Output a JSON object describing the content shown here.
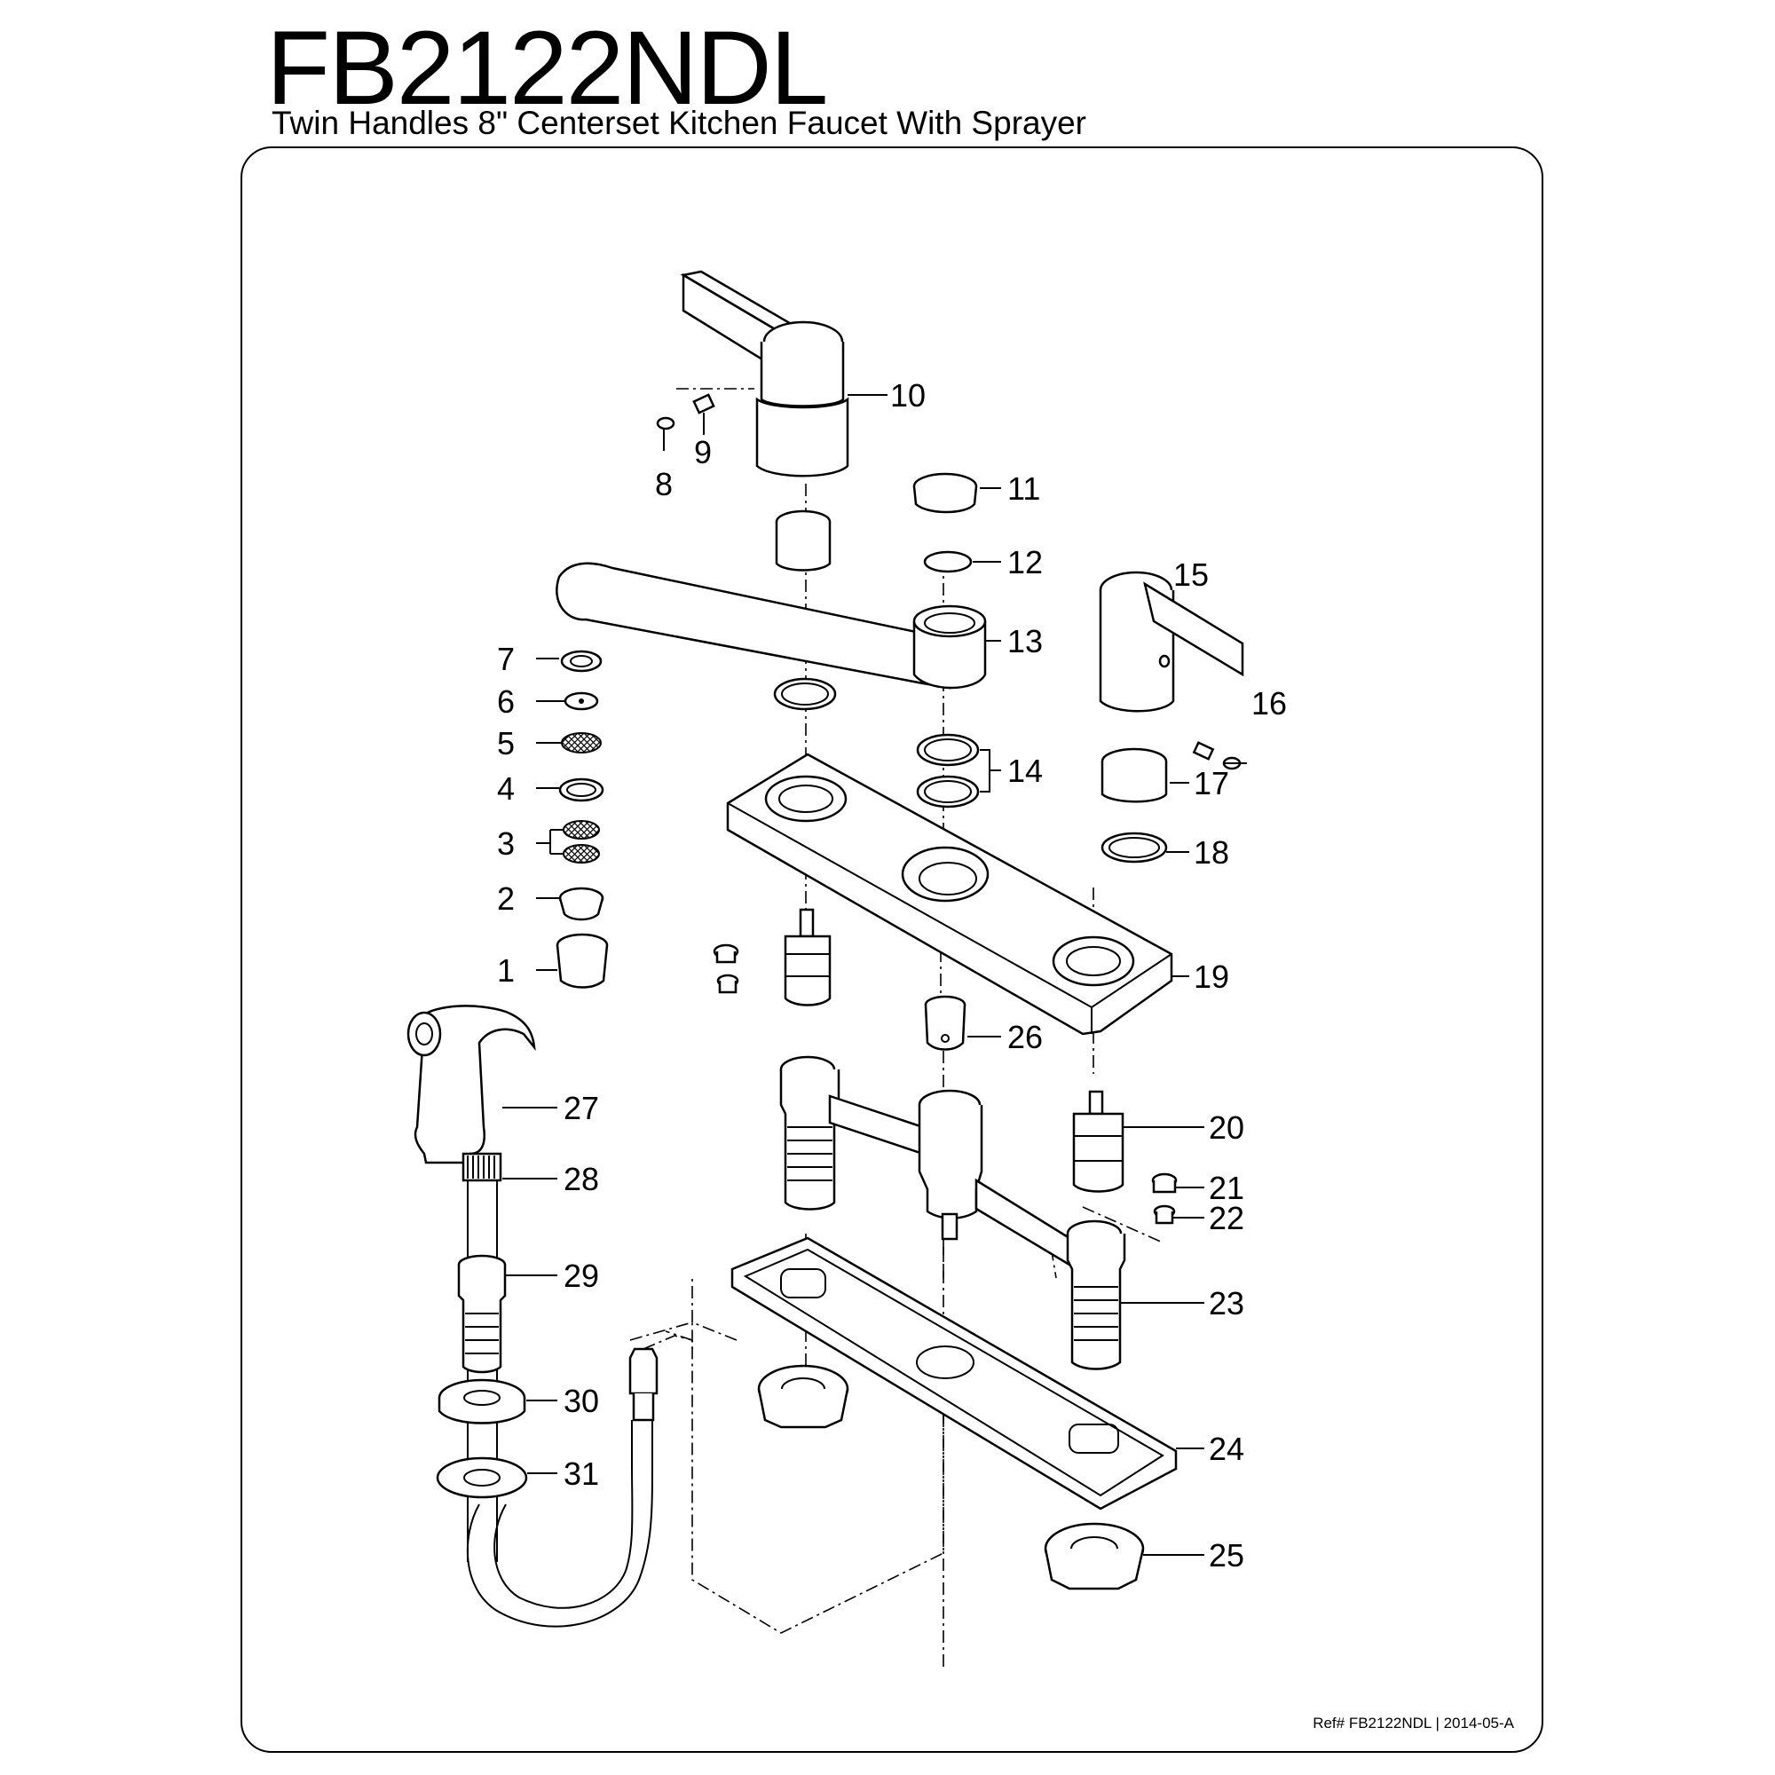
{
  "header": {
    "model_number": "FB2122NDL",
    "subtitle": "Twin Handles 8\" Centerset Kitchen Faucet With Sprayer"
  },
  "parts": {
    "p1": "1",
    "p2": "2",
    "p3": "3",
    "p4": "4",
    "p5": "5",
    "p6": "6",
    "p7": "7",
    "p8": "8",
    "p9": "9",
    "p10": "10",
    "p11": "11",
    "p12": "12",
    "p13": "13",
    "p14": "14",
    "p15": "15",
    "p16": "16",
    "p17": "17",
    "p18": "18",
    "p19": "19",
    "p20": "20",
    "p21": "21",
    "p22": "22",
    "p23": "23",
    "p24": "24",
    "p25": "25",
    "p26": "26",
    "p27": "27",
    "p28": "28",
    "p29": "29",
    "p30": "30",
    "p31": "31"
  },
  "footer": {
    "reference": "Ref# FB2122NDL | 2014-05-A"
  }
}
